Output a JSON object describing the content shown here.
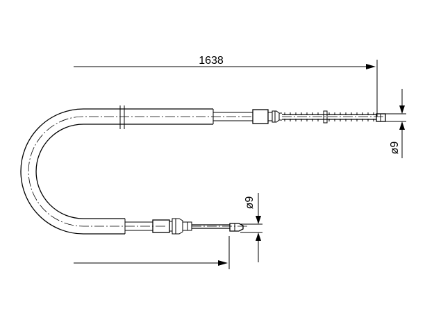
{
  "dimensions": {
    "overall_length": "1638",
    "upper_end_diameter": "ø9",
    "lower_end_diameter": "ø9"
  },
  "colors": {
    "line": "#000000",
    "background": "#ffffff"
  }
}
